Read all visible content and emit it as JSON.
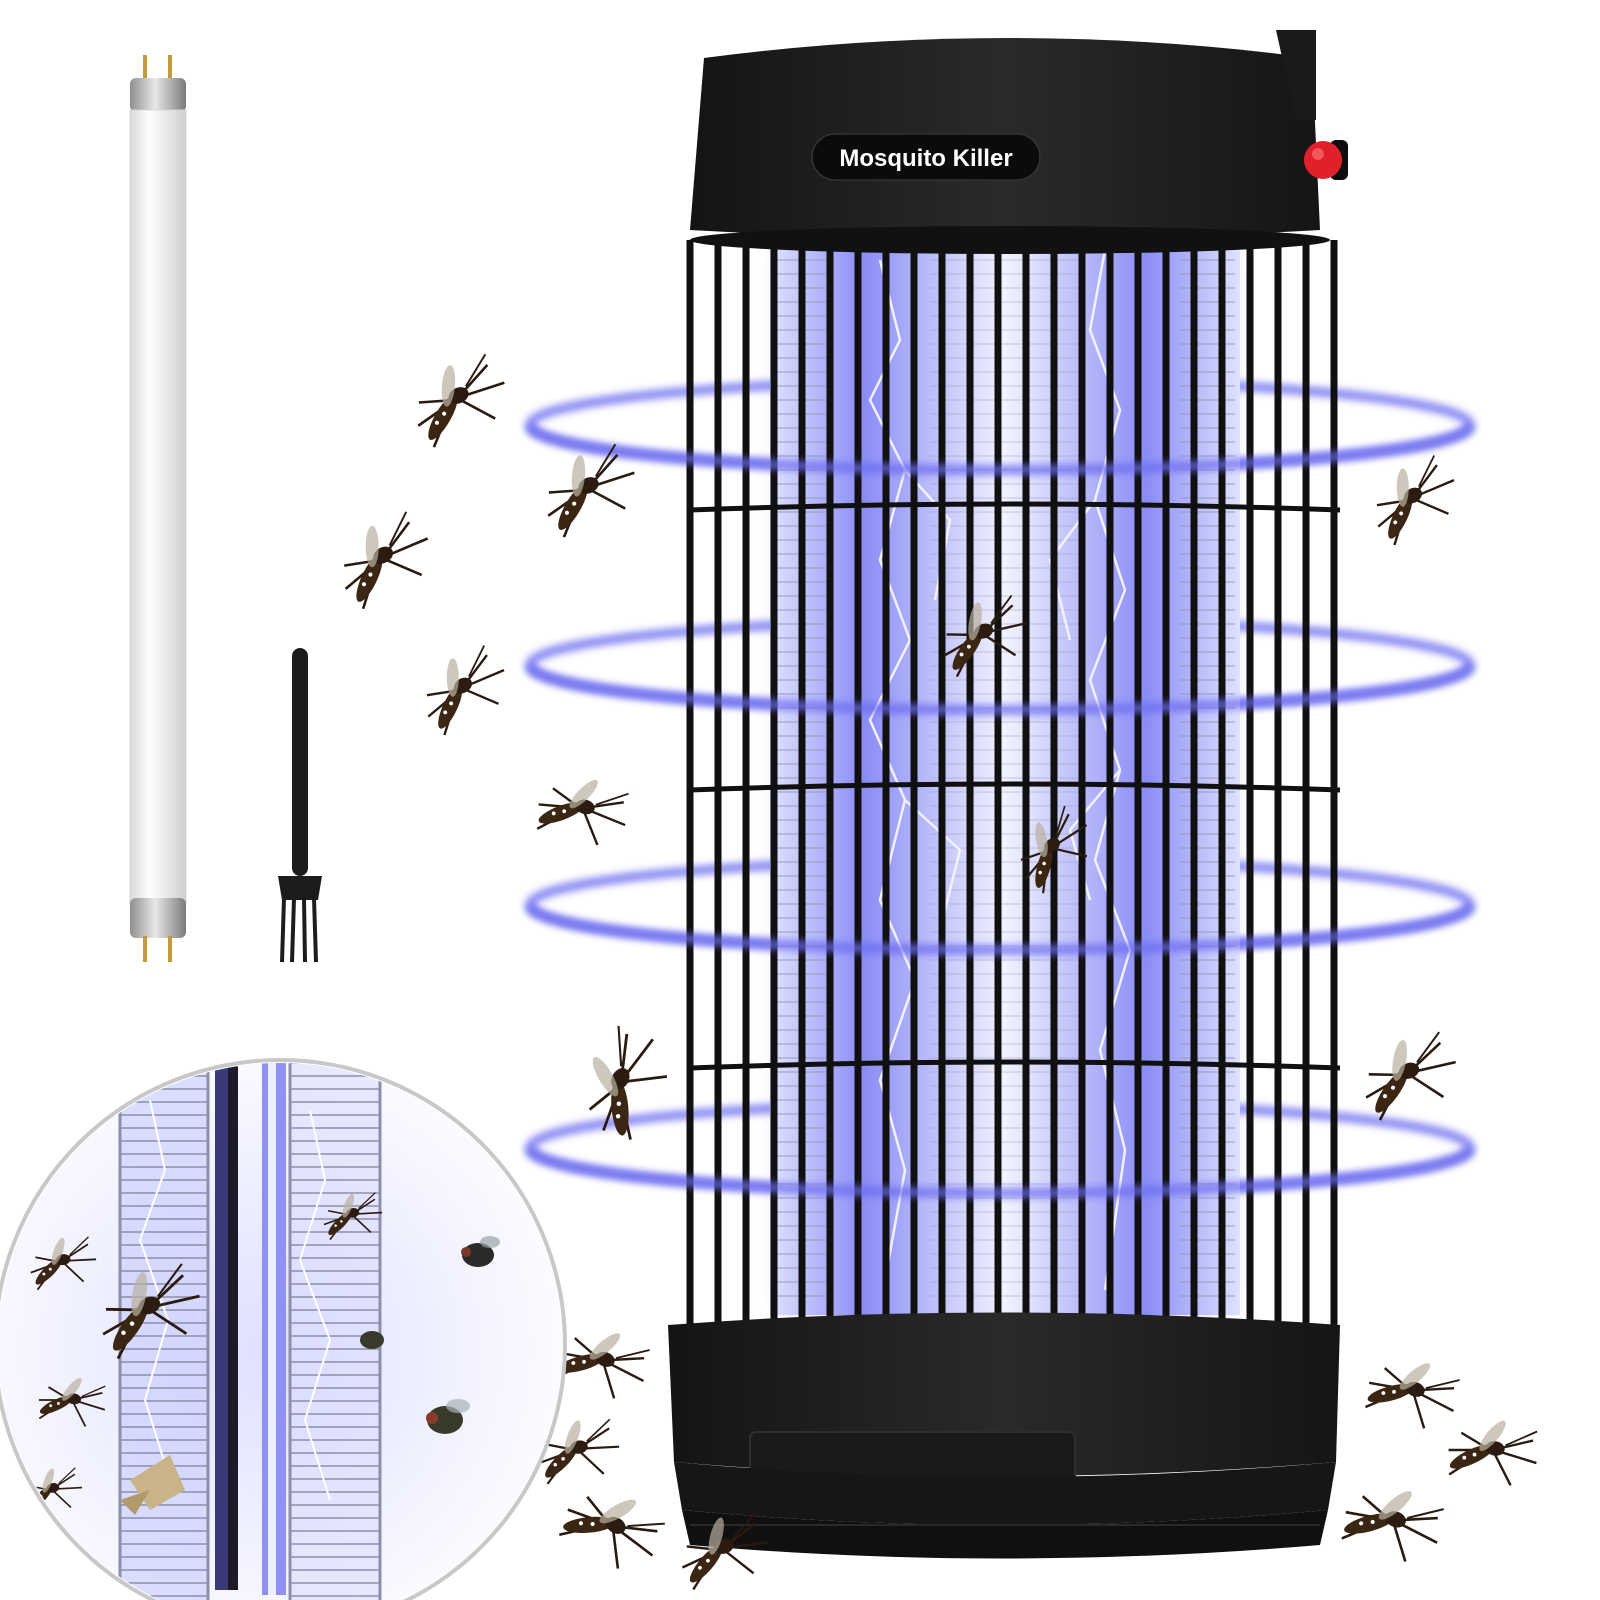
{
  "product": {
    "label": "Mosquito Killer",
    "colors": {
      "housing": "#1f1f1f",
      "housing_edge": "#3a3a3a",
      "uv_glow": "#6b6bf0",
      "uv_core": "#e6e8ff",
      "power_button": "#e0202a",
      "grid_wire": "#121212"
    }
  },
  "accessories": {
    "items": [
      "replacement-uv-tube",
      "cleaning-brush"
    ]
  },
  "detail_inset": {
    "shows": [
      "inner-grid",
      "uv-tube",
      "insects"
    ]
  },
  "icons": [
    "mosquito-icon",
    "fly-icon",
    "moth-icon",
    "uv-ring-icon",
    "lightning-icon"
  ]
}
